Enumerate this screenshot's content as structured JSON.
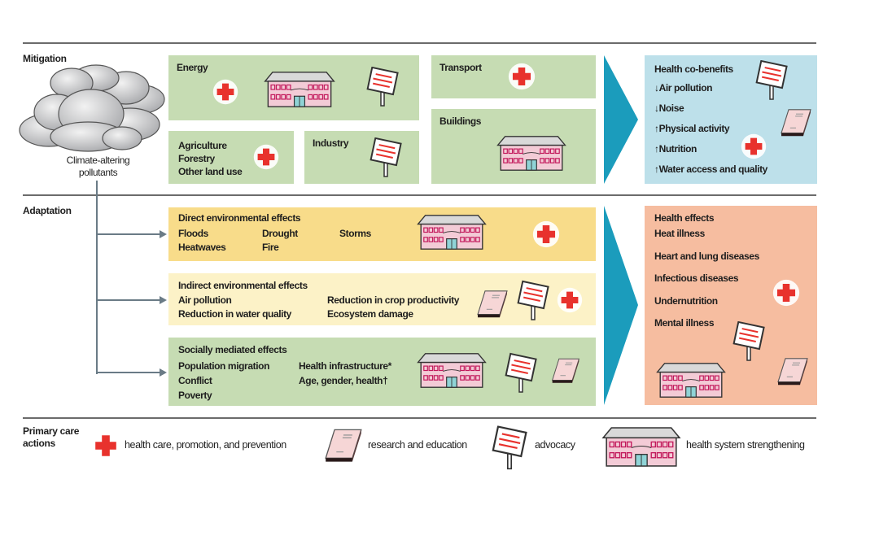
{
  "sections": {
    "mitigation": "Mitigation",
    "adaptation": "Adaptation",
    "primary_care_line1": "Primary care",
    "primary_care_line2": "actions"
  },
  "source": {
    "label_line1": "Climate-altering",
    "label_line2": "pollutants"
  },
  "mitigation_boxes": {
    "energy": "Energy",
    "agriculture": [
      "Agriculture",
      "Forestry",
      "Other land use"
    ],
    "industry": "Industry",
    "transport": "Transport",
    "buildings": "Buildings"
  },
  "co_benefits": {
    "title": "Health co-benefits",
    "items": [
      "↓Air pollution",
      "↓Noise",
      "↑Physical activity",
      "↑Nutrition",
      "↑Water access and quality"
    ]
  },
  "adaptation_boxes": {
    "direct": {
      "title": "Direct environmental effects",
      "items": [
        "Floods",
        "Drought",
        "Storms",
        "Heatwaves",
        "Fire"
      ]
    },
    "indirect": {
      "title": "Indirect environmental effects",
      "items": [
        "Air pollution",
        "Reduction in crop productivity",
        "Reduction in water quality",
        "Ecosystem damage"
      ]
    },
    "social": {
      "title": "Socially mediated effects",
      "items": [
        "Population migration",
        "Health infrastructure*",
        "Conflict",
        "Age, gender, health†",
        "Poverty"
      ]
    }
  },
  "health_effects": {
    "title": "Health effects",
    "items": [
      "Heat illness",
      "Heart and lung diseases",
      "Infectious diseases",
      "Undernutrition",
      "Mental illness"
    ]
  },
  "legend": {
    "health_care": "health care, promotion, and prevention",
    "research": "research and education",
    "advocacy": "advocacy",
    "system": "health system strengthening"
  },
  "colors": {
    "mitigation_green": "#c6dcb3",
    "co_benefits_blue": "#bde0ea",
    "direct_yellow": "#f8dc8a",
    "indirect_yellow": "#fcf2c7",
    "health_effects_salmon": "#f6bda0",
    "arrow_teal": "#1b9cbc",
    "cross_red": "#e8322d",
    "building_pink": "#f3cbd6"
  }
}
